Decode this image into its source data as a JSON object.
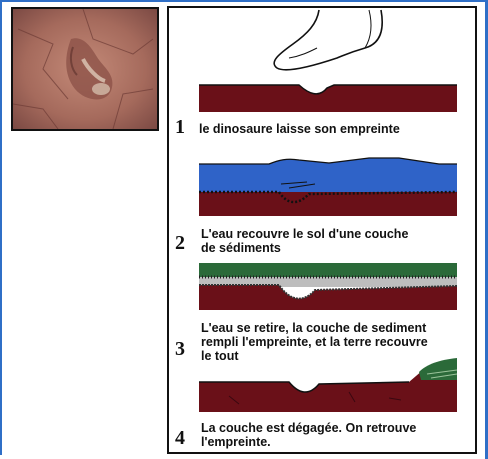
{
  "colors": {
    "soil": "#6a1018",
    "water": "#2f63c8",
    "sediment": "#2b6a39",
    "border": "#2f6fc7"
  },
  "steps": [
    {
      "number": "1",
      "caption": "le dinosaure laisse son empreinte"
    },
    {
      "number": "2",
      "caption": "L'eau recouvre le sol d'une couche\nde sédiments"
    },
    {
      "number": "3",
      "caption": "L'eau se retire, la couche de sediment\nrempli l'empreinte, et la terre recouvre\nle tout"
    },
    {
      "number": "4",
      "caption": "La couche est dégagée. On retrouve\nl'empreinte."
    }
  ]
}
